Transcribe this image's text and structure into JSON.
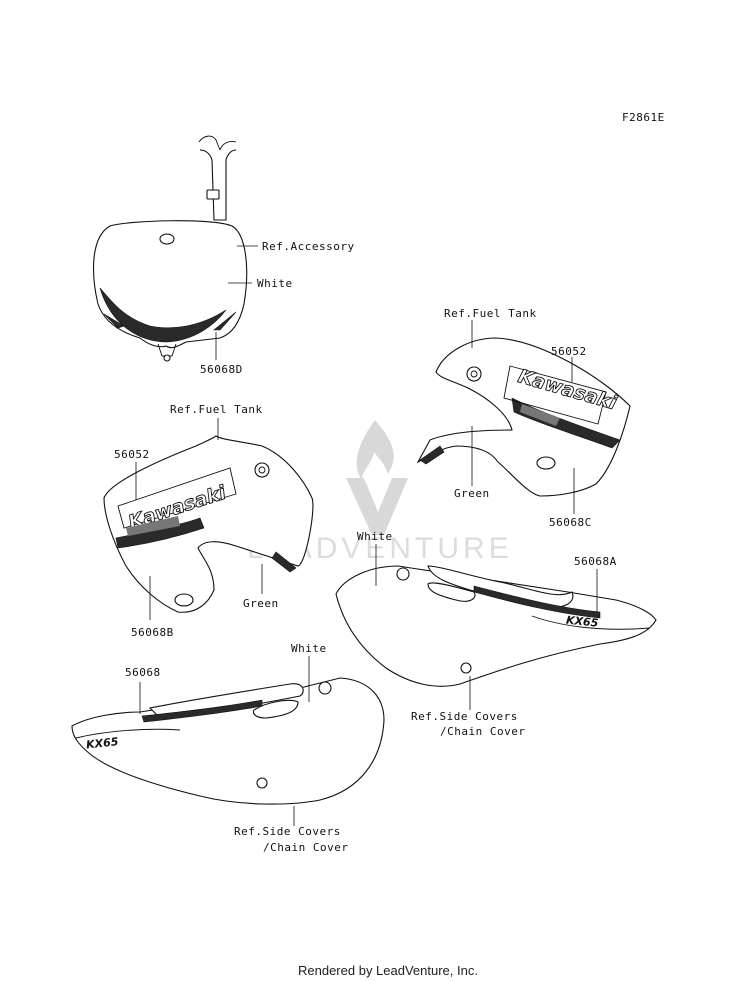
{
  "figure_code": "F2861E",
  "watermark": "LEADVENTURE",
  "footer": "Rendered by LeadVenture, Inc.",
  "labels": {
    "ref_accessory": "Ref.Accessory",
    "white_1": "White",
    "part_56068D": "56068D",
    "ref_fuel_tank_right": "Ref.Fuel Tank",
    "part_56052_right": "56052",
    "green_right": "Green",
    "part_56068C": "56068C",
    "ref_fuel_tank_left": "Ref.Fuel Tank",
    "part_56052_left": "56052",
    "green_left": "Green",
    "part_56068B": "56068B",
    "white_2": "White",
    "part_56068A": "56068A",
    "ref_side_covers_right_1": "Ref.Side Covers",
    "ref_side_covers_right_2": "/Chain Cover",
    "white_3": "White",
    "part_56068": "56068",
    "ref_side_covers_left_1": "Ref.Side Covers",
    "ref_side_covers_left_2": "/Chain Cover"
  },
  "decal_text": {
    "kawasaki_left": "Kawasaki",
    "kawasaki_right": "Kawasaki",
    "model_left": "KX65",
    "model_right": "KX65"
  }
}
